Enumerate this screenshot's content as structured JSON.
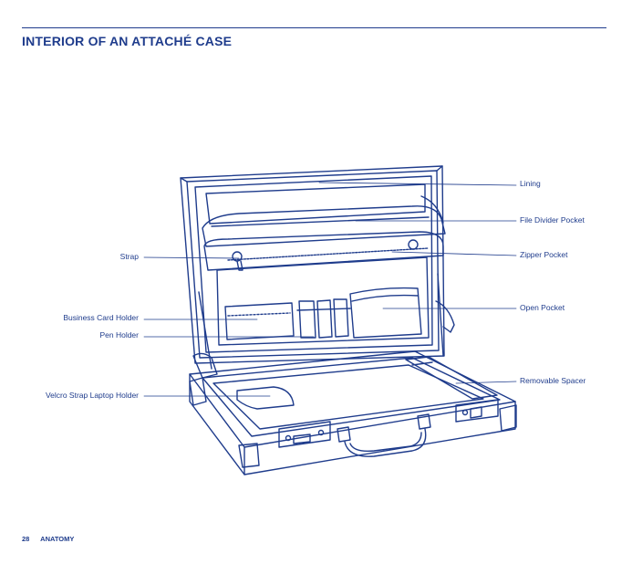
{
  "header": {
    "title": "INTERIOR OF AN ATTACHÉ CASE"
  },
  "labels": {
    "lining": "Lining",
    "file_divider_pocket": "File Divider Pocket",
    "zipper_pocket": "Zipper Pocket",
    "open_pocket": "Open Pocket",
    "removable_spacer": "Removable Spacer",
    "strap": "Strap",
    "business_card_holder": "Business Card Holder",
    "pen_holder": "Pen Holder",
    "velcro_strap_laptop_holder": "Velcro Strap Laptop Holder"
  },
  "footer": {
    "page_number": "28",
    "section": "ANATOMY"
  },
  "colors": {
    "ink": "#1f3c8c",
    "paper": "#ffffff"
  }
}
